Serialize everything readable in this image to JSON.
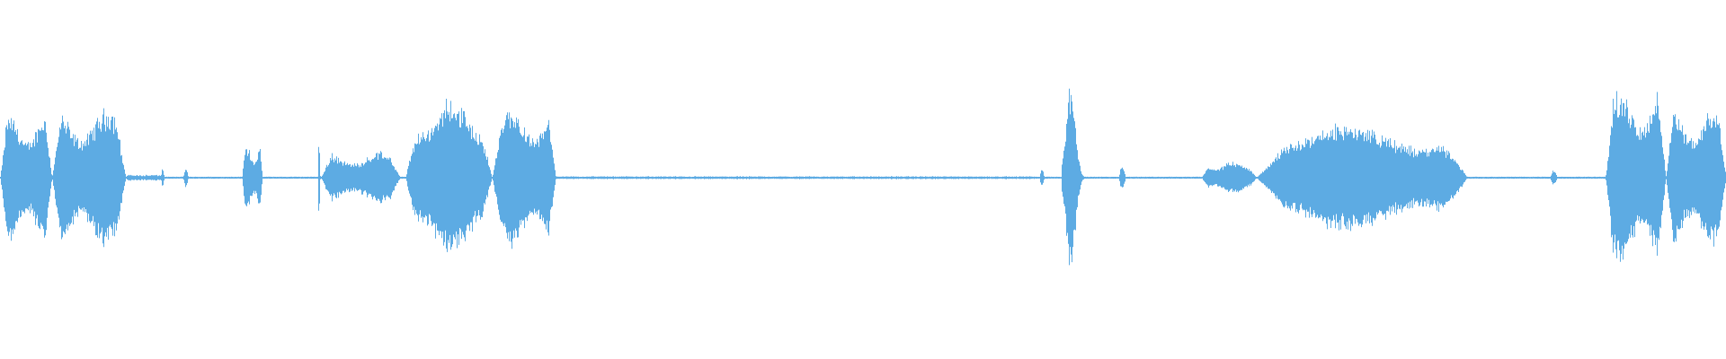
{
  "waveform": {
    "color": "#5dabe3",
    "background": "#ffffff",
    "segments": [
      {
        "start": 0.0,
        "end": 0.03,
        "amp": 0.4,
        "kind": "speech"
      },
      {
        "start": 0.03,
        "end": 0.073,
        "amp": 0.44,
        "kind": "speech"
      },
      {
        "start": 0.073,
        "end": 0.093,
        "amp": 0.02,
        "kind": "noise"
      },
      {
        "start": 0.093,
        "end": 0.095,
        "amp": 0.06,
        "kind": "blip"
      },
      {
        "start": 0.106,
        "end": 0.109,
        "amp": 0.06,
        "kind": "blip"
      },
      {
        "start": 0.14,
        "end": 0.152,
        "amp": 0.2,
        "kind": "speech"
      },
      {
        "start": 0.184,
        "end": 0.186,
        "amp": 0.32,
        "kind": "spike"
      },
      {
        "start": 0.186,
        "end": 0.232,
        "amp": 0.16,
        "kind": "speech"
      },
      {
        "start": 0.235,
        "end": 0.285,
        "amp": 0.5,
        "kind": "speech"
      },
      {
        "start": 0.285,
        "end": 0.322,
        "amp": 0.44,
        "kind": "speech"
      },
      {
        "start": 0.322,
        "end": 0.6,
        "amp": 0.01,
        "kind": "noise"
      },
      {
        "start": 0.602,
        "end": 0.605,
        "amp": 0.05,
        "kind": "blip"
      },
      {
        "start": 0.615,
        "end": 0.632,
        "amp": 0.58,
        "kind": "spike"
      },
      {
        "start": 0.648,
        "end": 0.652,
        "amp": 0.08,
        "kind": "blip"
      },
      {
        "start": 0.696,
        "end": 0.728,
        "amp": 0.1,
        "kind": "speech"
      },
      {
        "start": 0.728,
        "end": 0.85,
        "amp": 0.34,
        "kind": "speech"
      },
      {
        "start": 0.898,
        "end": 0.902,
        "amp": 0.05,
        "kind": "blip"
      },
      {
        "start": 0.93,
        "end": 0.965,
        "amp": 0.56,
        "kind": "speech"
      },
      {
        "start": 0.965,
        "end": 1.0,
        "amp": 0.44,
        "kind": "speech"
      }
    ]
  }
}
